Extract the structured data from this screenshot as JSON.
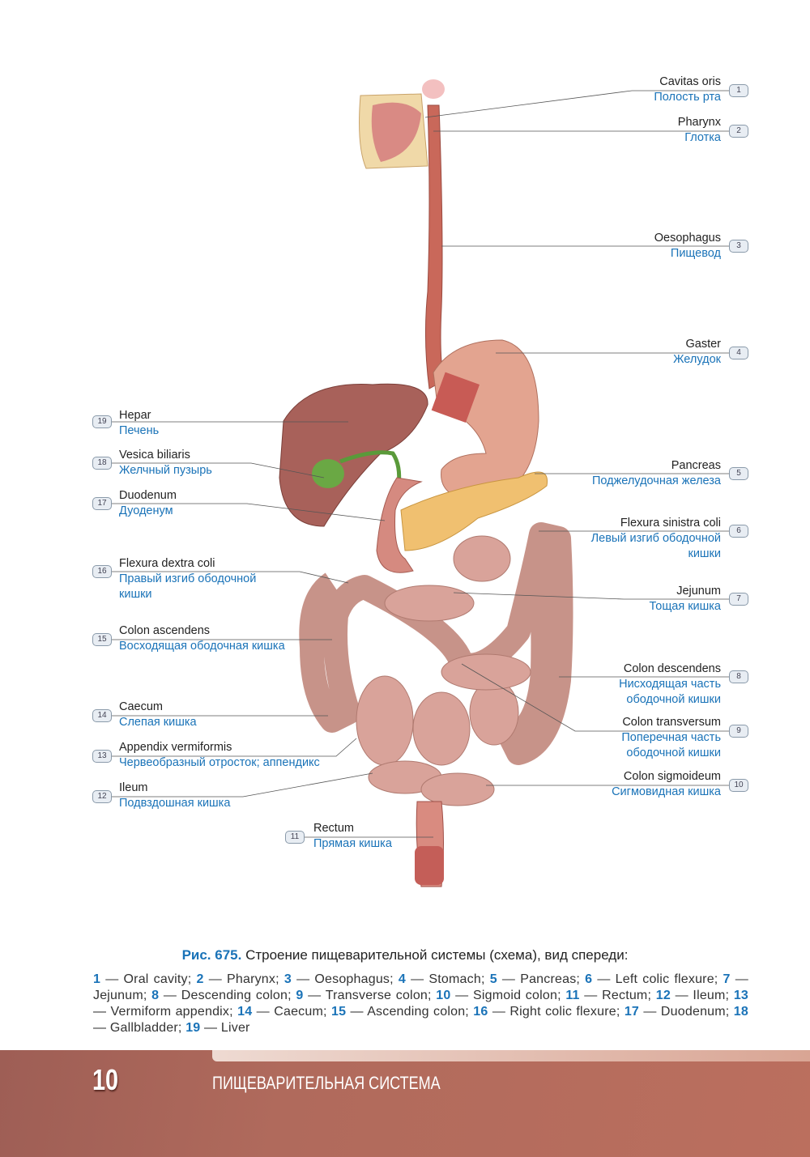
{
  "labels": [
    {
      "n": "1",
      "latin": "Cavitas oris",
      "ru": [
        "Полость рта"
      ]
    },
    {
      "n": "2",
      "latin": "Pharynx",
      "ru": [
        "Глотка"
      ]
    },
    {
      "n": "3",
      "latin": "Oesophagus",
      "ru": [
        "Пищевод"
      ]
    },
    {
      "n": "4",
      "latin": "Gaster",
      "ru": [
        "Желудок"
      ]
    },
    {
      "n": "5",
      "latin": "Pancreas",
      "ru": [
        "Поджелудочная железа"
      ]
    },
    {
      "n": "6",
      "latin": "Flexura sinistra coli",
      "ru": [
        "Левый изгиб ободочной",
        "кишки"
      ]
    },
    {
      "n": "7",
      "latin": "Jejunum",
      "ru": [
        "Тощая кишка"
      ]
    },
    {
      "n": "8",
      "latin": "Colon descendens",
      "ru": [
        "Нисходящая часть",
        "ободочной кишки"
      ]
    },
    {
      "n": "9",
      "latin": "Colon transversum",
      "ru": [
        "Поперечная часть",
        "ободочной кишки"
      ]
    },
    {
      "n": "10",
      "latin": "Colon sigmoideum",
      "ru": [
        "Сигмовидная кишка"
      ]
    },
    {
      "n": "11",
      "latin": "Rectum",
      "ru": [
        "Прямая кишка"
      ]
    },
    {
      "n": "12",
      "latin": "Ileum",
      "ru": [
        "Подвздошная кишка"
      ]
    },
    {
      "n": "13",
      "latin": "Appendix vermiformis",
      "ru": [
        "Червеобразный отросток; аппендикс"
      ]
    },
    {
      "n": "14",
      "latin": "Caecum",
      "ru": [
        "Слепая кишка"
      ]
    },
    {
      "n": "15",
      "latin": "Colon ascendens",
      "ru": [
        "Восходящая ободочная кишка"
      ]
    },
    {
      "n": "16",
      "latin": "Flexura dextra coli",
      "ru": [
        "Правый изгиб ободочной",
        "кишки"
      ]
    },
    {
      "n": "17",
      "latin": "Duodenum",
      "ru": [
        "Дуоденум"
      ]
    },
    {
      "n": "18",
      "latin": "Vesica biliaris",
      "ru": [
        "Желчный пузырь"
      ]
    },
    {
      "n": "19",
      "latin": "Hepar",
      "ru": [
        "Печень"
      ]
    }
  ],
  "caption": {
    "fig": "Рис. 675.",
    "text": " Строение пищеварительной системы (схема), вид спереди:"
  },
  "legend": [
    {
      "n": "1",
      "t": "Oral cavity"
    },
    {
      "n": "2",
      "t": "Pharynx"
    },
    {
      "n": "3",
      "t": "Oesophagus"
    },
    {
      "n": "4",
      "t": "Stomach"
    },
    {
      "n": "5",
      "t": "Pancreas"
    },
    {
      "n": "6",
      "t": "Left colic flexure"
    },
    {
      "n": "7",
      "t": "Jejunum"
    },
    {
      "n": "8",
      "t": "Descending colon"
    },
    {
      "n": "9",
      "t": "Transverse colon"
    },
    {
      "n": "10",
      "t": "Sigmoid colon"
    },
    {
      "n": "11",
      "t": "Rectum"
    },
    {
      "n": "12",
      "t": "Ileum"
    },
    {
      "n": "13",
      "t": "Vermiform appendix"
    },
    {
      "n": "14",
      "t": "Caecum"
    },
    {
      "n": "15",
      "t": "Ascending colon"
    },
    {
      "n": "16",
      "t": "Right colic flexure"
    },
    {
      "n": "17",
      "t": "Duodenum"
    },
    {
      "n": "18",
      "t": "Gallbladder"
    },
    {
      "n": "19",
      "t": "Liver"
    }
  ],
  "footer": {
    "page": "10",
    "chapter": "ПИЩЕВАРИТЕЛЬНАЯ СИСТЕМА"
  }
}
